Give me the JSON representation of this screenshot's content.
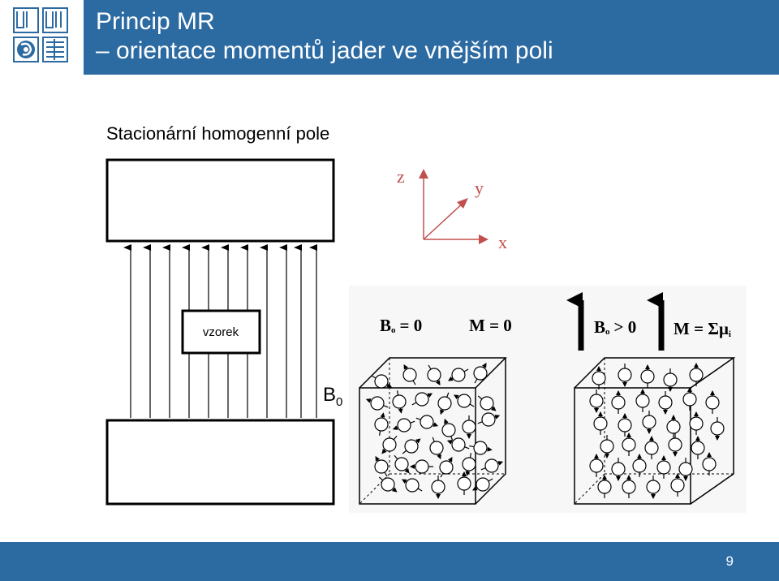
{
  "header": {
    "title": "Princip MR",
    "subtitle": "– orientace momentů jader ve vnějším poli",
    "accent_color": "#2c6aa2",
    "logo": "university-logo"
  },
  "slide": {
    "section_title": "Stacionární homogenní pole",
    "sample_label": "vzorek",
    "field_label": "B",
    "field_subscript": "0",
    "axes": {
      "z": "z",
      "y": "y",
      "x": "x"
    }
  },
  "figure": {
    "left_b": "B",
    "left_b_sub": "o",
    "left_b_rest": "= 0",
    "left_m": "M = 0",
    "right_b": "B",
    "right_b_sub": "o",
    "right_b_rest": "> 0",
    "right_m": "M = Σμ",
    "right_m_sub": "i"
  },
  "footer": {
    "page_number": "9"
  }
}
